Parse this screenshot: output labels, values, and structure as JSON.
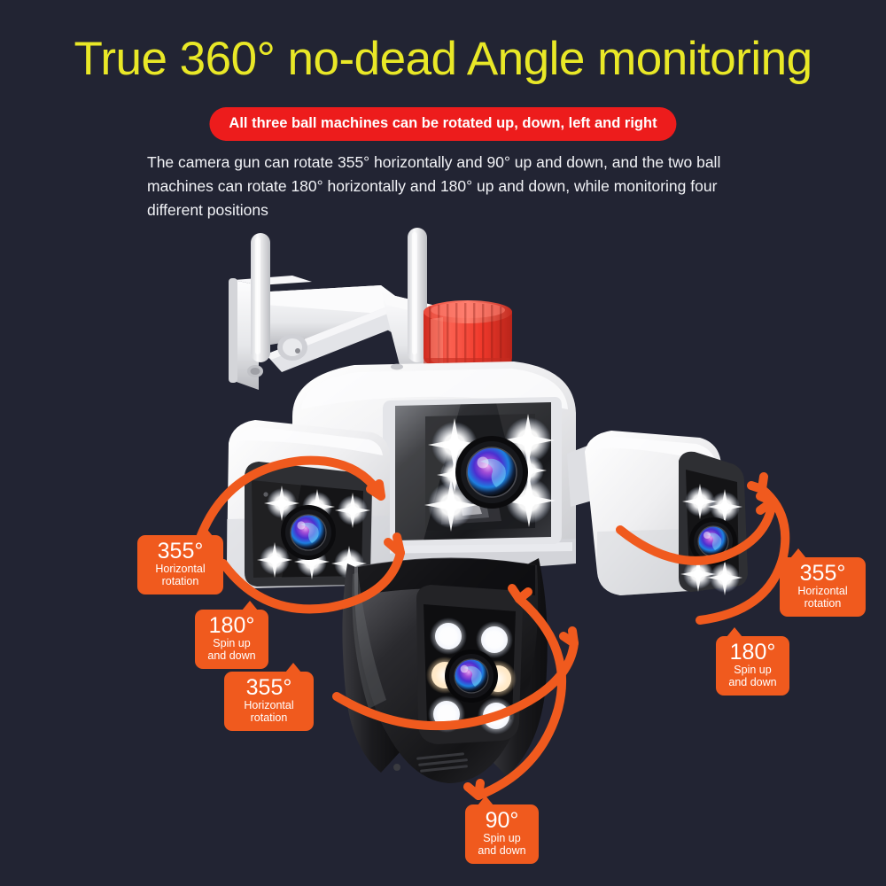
{
  "background_color": "#222433",
  "header": {
    "title": "True 360° no-dead Angle monitoring",
    "title_color": "#E9E827",
    "banner": "All three ball machines can be rotated up, down, left and right",
    "banner_color": "#ED1C1C",
    "paragraph": "The camera gun can rotate 355° horizontally and 90° up and down, and the two ball machines can rotate 180° horizontally and 180° up and down, while monitoring four different positions"
  },
  "accent_color": "#F05A1E",
  "callouts": [
    {
      "id": "left-top",
      "degrees": "355°",
      "line1": "Horizontal",
      "line2": "rotation"
    },
    {
      "id": "left-mid",
      "degrees": "180°",
      "line1": "Spin up",
      "line2": "and down"
    },
    {
      "id": "left-bottom",
      "degrees": "355°",
      "line1": "Horizontal",
      "line2": "rotation"
    },
    {
      "id": "right-top",
      "degrees": "355°",
      "line1": "Horizontal",
      "line2": "rotation"
    },
    {
      "id": "right-mid",
      "degrees": "180°",
      "line1": "Spin up",
      "line2": "and down"
    },
    {
      "id": "bottom",
      "degrees": "90°",
      "line1": "Spin up",
      "line2": "and down"
    }
  ],
  "product": {
    "name": "multi-lens-ptz-security-camera",
    "parts": [
      "wall-mount-bracket",
      "antenna-left",
      "antenna-right",
      "red-alarm-beacon",
      "main-white-housing",
      "center-lens-module",
      "left-bullet-camera",
      "right-bullet-camera",
      "black-ptz-dome"
    ],
    "housing_color": "#EDEDEF",
    "dome_color": "#1C1C1E",
    "beacon_color": "#F0392B"
  }
}
